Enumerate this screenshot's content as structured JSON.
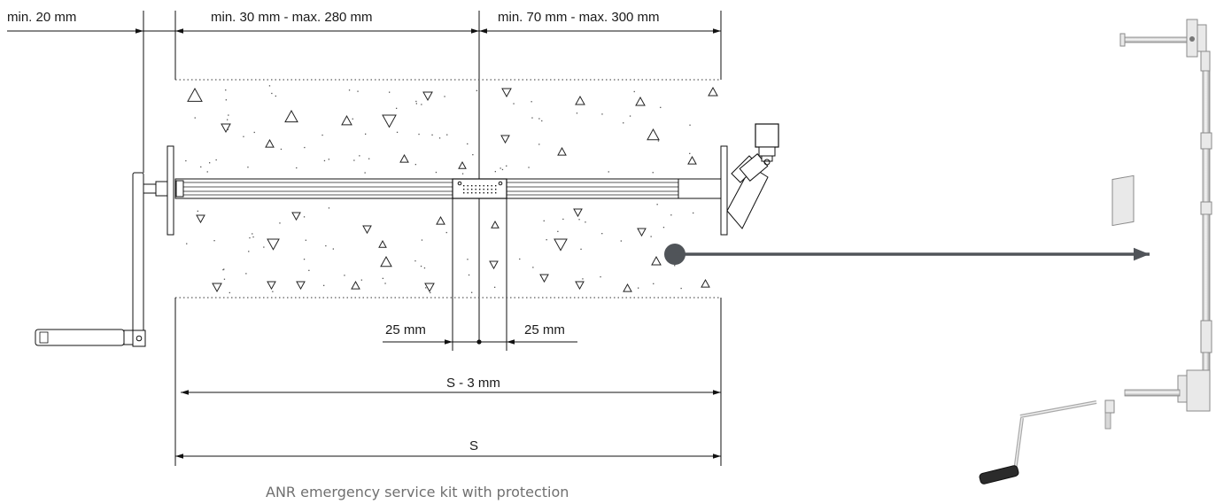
{
  "labels": {
    "min_20": "min. 20 mm",
    "range_left": "min. 30 mm - max. 280 mm",
    "range_right": "min. 70 mm - max. 300 mm",
    "gap_left": "25 mm",
    "gap_right": "25 mm",
    "s_minus": "S - 3 mm",
    "s": "S"
  },
  "caption": "ANR emergency service kit with protection",
  "colors": {
    "line": "#111111",
    "pointer": "#505459",
    "caption": "#707070"
  },
  "icons": [
    "dimension-arrow-icon",
    "crank-handle-icon",
    "pointer-arrow-icon"
  ]
}
